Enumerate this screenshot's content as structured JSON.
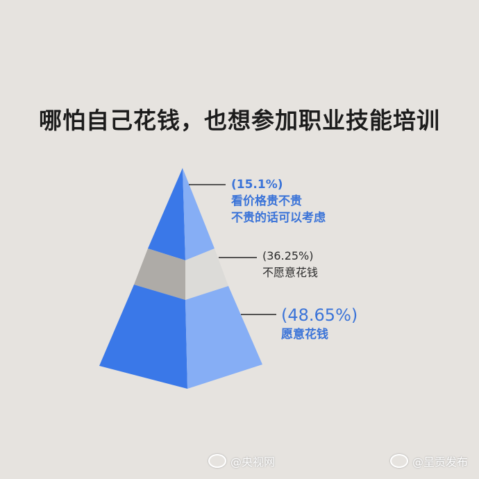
{
  "title": "哪怕自己花钱，也想参加职业技能培训",
  "labels": [
    {
      "pct": "(15.1%)",
      "line1": "看价格贵不贵",
      "line2": "不贵的话可以考虑",
      "color": "#3a73d8"
    },
    {
      "pct": "(36.25%)",
      "line1": "不愿意花钱",
      "color": "#2a2a2a"
    },
    {
      "pct": "(48.65%)",
      "line1": "愿意花钱",
      "color": "#3a73d8"
    }
  ],
  "watermarks": [
    "@央视网",
    "@呈贡发布"
  ],
  "colors": {
    "background": "#e6e3df",
    "blue_dark": "#3a78e8",
    "blue_light": "#86aef5",
    "grey_dark": "#aeaba7",
    "grey_light": "#dcdbd8"
  },
  "chart_data": {
    "type": "pyramid",
    "title": "哪怕自己花钱，也想参加职业技能培训",
    "categories": [
      "看价格贵不贵 不贵的话可以考虑",
      "不愿意花钱",
      "愿意花钱"
    ],
    "values": [
      15.1,
      36.25,
      48.65
    ],
    "unit": "%"
  }
}
